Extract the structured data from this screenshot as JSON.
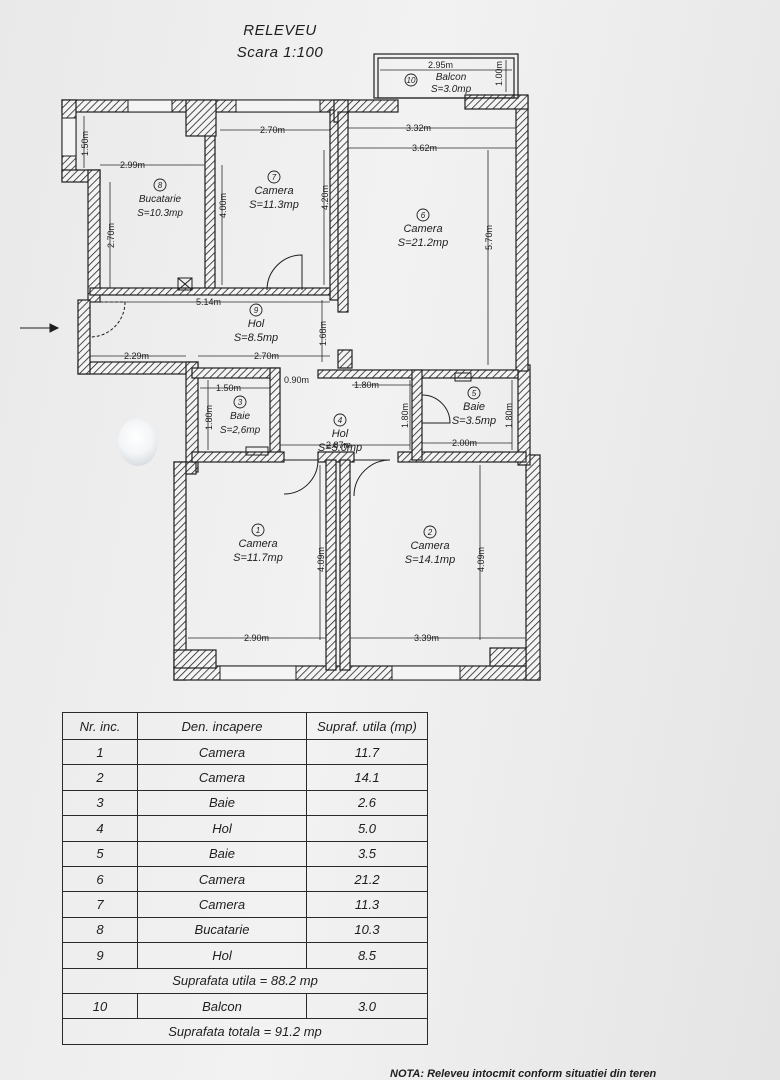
{
  "plan": {
    "title": "RELEVEU",
    "scale": "Scara 1:100",
    "rooms": [
      {
        "nr": "1",
        "name": "Camera",
        "area": "S=11.7mp"
      },
      {
        "nr": "2",
        "name": "Camera",
        "area": "S=14.1mp"
      },
      {
        "nr": "3",
        "name": "Baie",
        "area": "S=2,6mp"
      },
      {
        "nr": "4",
        "name": "Hol",
        "area": "S=5.0mp"
      },
      {
        "nr": "5",
        "name": "Baie",
        "area": "S=3.5mp"
      },
      {
        "nr": "6",
        "name": "Camera",
        "area": "S=21.2mp"
      },
      {
        "nr": "7",
        "name": "Camera",
        "area": "S=11.3mp"
      },
      {
        "nr": "8",
        "name": "Bucatarie",
        "area": "S=10.3mp"
      },
      {
        "nr": "9",
        "name": "Hol",
        "area": "S=8.5mp"
      },
      {
        "nr": "10",
        "name": "Balcon",
        "area": "S=3.0mp"
      }
    ],
    "dimensions": [
      "2.95m",
      "1.00m",
      "2.70m",
      "3.32m",
      "3.62m",
      "1.50m",
      "2.99m",
      "4.00m",
      "4.20m",
      "2.70m",
      "5.70m",
      "5.14m",
      "1.68m",
      "2.29m",
      "2.70m",
      "0.90m",
      "1.50m",
      "1.80m",
      "1.80m",
      "1.80m",
      "1.80m",
      "2.87m",
      "2.00m",
      "4.09m",
      "4.09m",
      "2.90m",
      "3.39m"
    ]
  },
  "table": {
    "headers": [
      "Nr. inc.",
      "Den. incapere",
      "Supraf. utila (mp)"
    ],
    "rows": [
      [
        "1",
        "Camera",
        "11.7"
      ],
      [
        "2",
        "Camera",
        "14.1"
      ],
      [
        "3",
        "Baie",
        "2.6"
      ],
      [
        "4",
        "Hol",
        "5.0"
      ],
      [
        "5",
        "Baie",
        "3.5"
      ],
      [
        "6",
        "Camera",
        "21.2"
      ],
      [
        "7",
        "Camera",
        "11.3"
      ],
      [
        "8",
        "Bucatarie",
        "10.3"
      ],
      [
        "9",
        "Hol",
        "8.5"
      ]
    ],
    "subtotal": "Suprafata utila = 88.2 mp",
    "balcony_row": [
      "10",
      "Balcon",
      "3.0"
    ],
    "total": "Suprafata totala = 91.2 mp"
  },
  "note": "NOTA: Releveu intocmit conform situatiei din teren",
  "colors": {
    "ink": "#1e1e1e",
    "paper": "#efefef",
    "background": "#dcdcdc"
  }
}
